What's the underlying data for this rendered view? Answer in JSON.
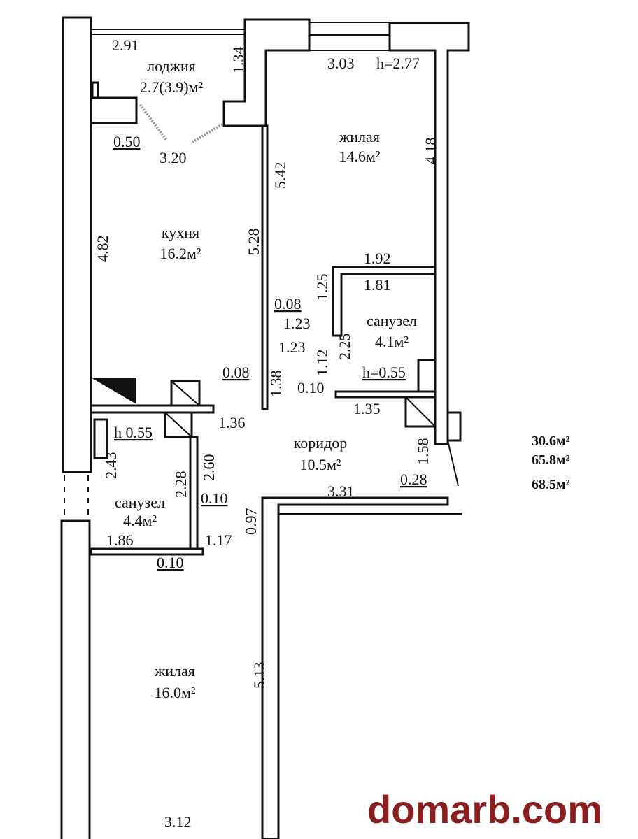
{
  "rooms": [
    {
      "name": "лоджия",
      "area": "2.7(3.9)м²"
    },
    {
      "name": "жилая",
      "area": "14.6м²"
    },
    {
      "name": "кухня",
      "area": "16.2м²"
    },
    {
      "name": "санузел",
      "area": "4.1м²"
    },
    {
      "name": "коридор",
      "area": "10.5м²"
    },
    {
      "name": "санузел",
      "area": "4.4м²"
    },
    {
      "name": "жилая",
      "area": "16.0м²"
    }
  ],
  "dims": [
    "2.91",
    "1.34",
    "3.03",
    "h=2.77",
    "0.50",
    "3.20",
    "5.42",
    "4.18",
    "4.82",
    "5.28",
    "1.92",
    "1.81",
    "1.25",
    "0.08",
    "1.23",
    "1.23",
    "1.12",
    "2.25",
    "h=0.55",
    "0.08",
    "1.38",
    "0.10",
    "1.35",
    "1.36",
    "h 0.55",
    "1.58",
    "2.43",
    "2.28",
    "2.60",
    "0.28",
    "3.31",
    "0.10",
    "0.97",
    "1.86",
    "1.17",
    "0.10",
    "5.13",
    "3.12"
  ],
  "totals": {
    "living": "30.6м²",
    "total": "65.8м²",
    "overall": "68.5м²"
  },
  "watermark": "domarb.com",
  "colors": {
    "watermark": "#8b1e1e",
    "walls": "#111111"
  }
}
